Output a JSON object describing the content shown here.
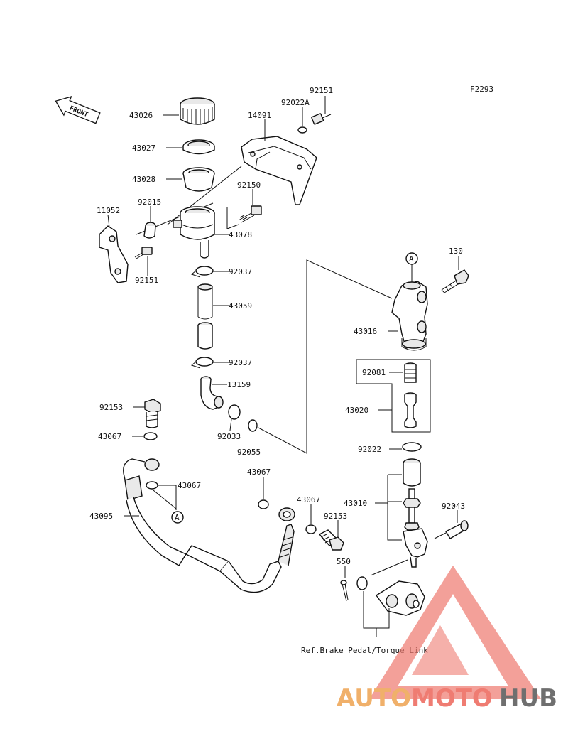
{
  "diagram_code": "F2293",
  "front_label": "FRONT",
  "ref_note": "Ref.Brake Pedal/Torque Link",
  "callout_letter": "A",
  "watermark": {
    "part1": "AUTO",
    "part2": "MOTO",
    "part3": "HUB",
    "colors": {
      "part1": "#f0b06a",
      "part2": "#ef7c72",
      "part3": "#6f6f6f",
      "triangle": "#ef7c72"
    }
  },
  "parts": {
    "p43026": "43026",
    "p43027": "43027",
    "p43028": "43028",
    "p14091": "14091",
    "p92022A": "92022A",
    "p92151_top": "92151",
    "p92150": "92150",
    "p11052": "11052",
    "p92015": "92015",
    "p43078": "43078",
    "p92151_bottom": "92151",
    "p92037_top": "92037",
    "p43059": "43059",
    "p92037_bottom": "92037",
    "p13159": "13159",
    "p92153_left": "92153",
    "p92033": "92033",
    "p92055": "92055",
    "p43067_left_top": "43067",
    "p43067_left_bottom": "43067",
    "p43095": "43095",
    "p43067_mid": "43067",
    "p43067_right": "43067",
    "p92153_right": "92153",
    "p550": "550",
    "p130": "130",
    "p43016": "43016",
    "p92081": "92081",
    "p43020": "43020",
    "p92022": "92022",
    "p43010": "43010",
    "p92043": "92043"
  }
}
